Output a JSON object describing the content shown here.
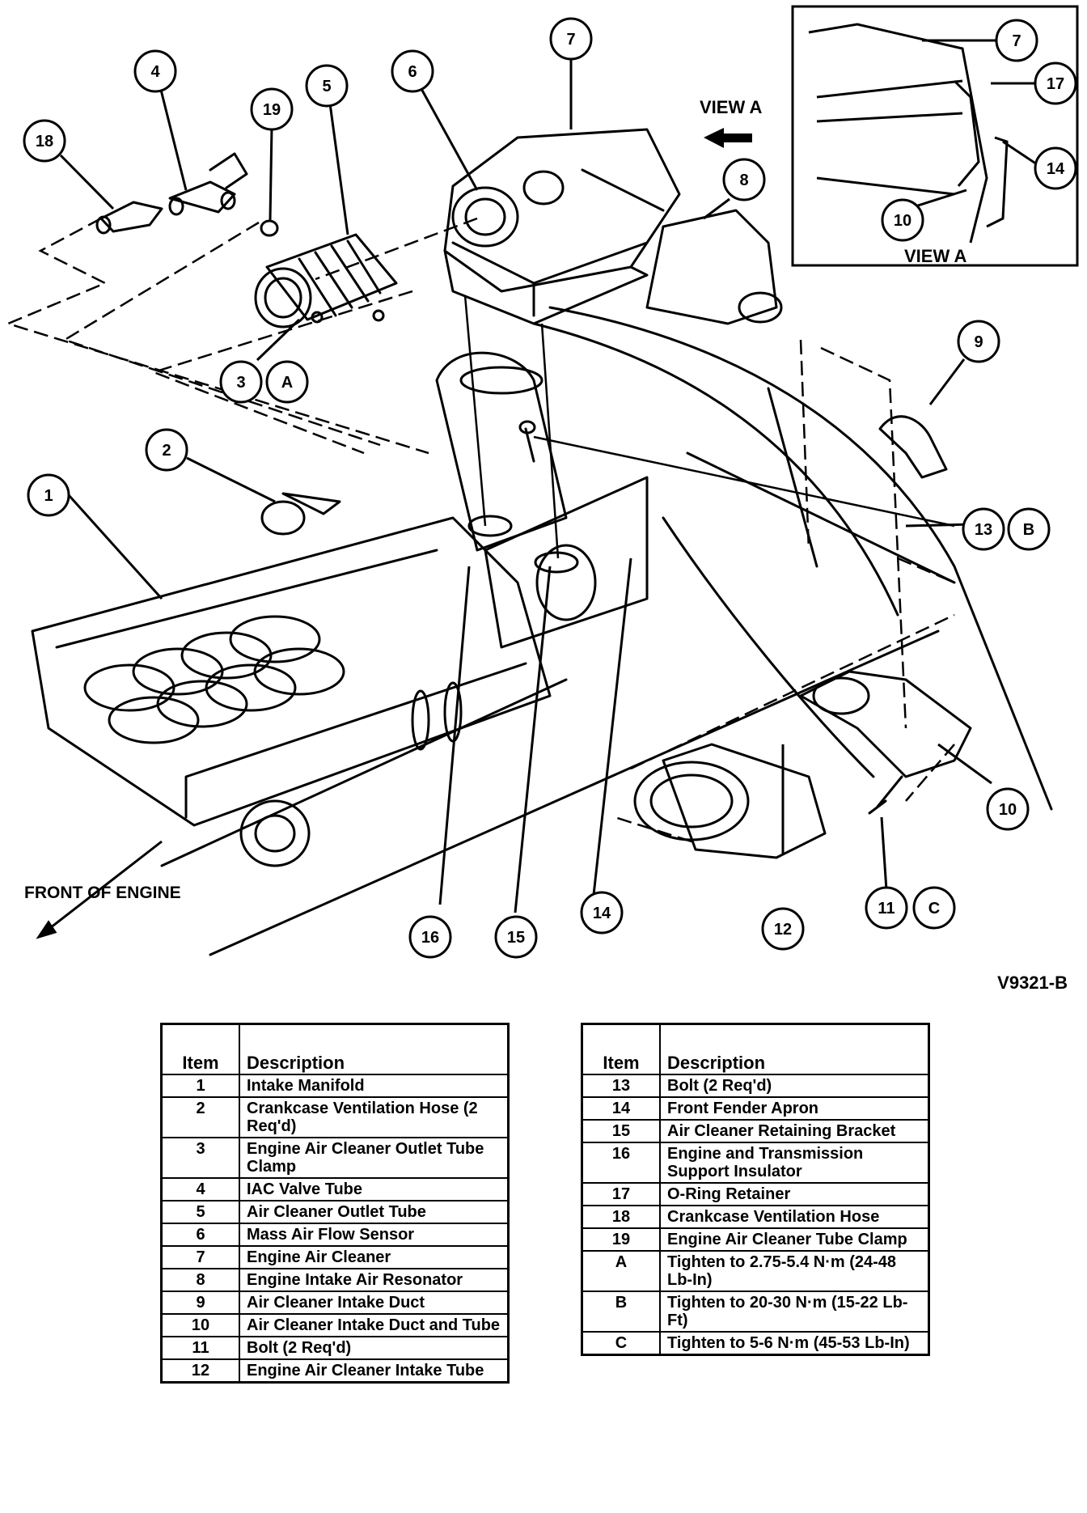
{
  "figure_id": "V9321-B",
  "labels": {
    "view_a": "VIEW A",
    "inset_caption": "VIEW A",
    "front_of_engine": "FRONT OF ENGINE"
  },
  "callouts": [
    "1",
    "2",
    "3",
    "A",
    "4",
    "5",
    "6",
    "7",
    "8",
    "9",
    "10",
    "11",
    "C",
    "12",
    "13",
    "B",
    "14",
    "15",
    "16",
    "18",
    "19"
  ],
  "inset_callouts": [
    "7",
    "17",
    "14",
    "10"
  ],
  "table_headers": {
    "item": "Item",
    "description": "Description"
  },
  "parts_left": [
    {
      "item": "1",
      "description": "Intake Manifold"
    },
    {
      "item": "2",
      "description": "Crankcase Ventilation Hose (2 Req'd)"
    },
    {
      "item": "3",
      "description": "Engine Air Cleaner Outlet Tube Clamp"
    },
    {
      "item": "4",
      "description": "IAC Valve Tube"
    },
    {
      "item": "5",
      "description": "Air Cleaner Outlet Tube"
    },
    {
      "item": "6",
      "description": "Mass Air Flow Sensor"
    },
    {
      "item": "7",
      "description": "Engine Air Cleaner"
    },
    {
      "item": "8",
      "description": "Engine Intake Air Resonator"
    },
    {
      "item": "9",
      "description": "Air Cleaner Intake Duct"
    },
    {
      "item": "10",
      "description": "Air Cleaner Intake Duct and Tube"
    },
    {
      "item": "11",
      "description": "Bolt (2 Req'd)"
    },
    {
      "item": "12",
      "description": "Engine Air Cleaner Intake Tube"
    }
  ],
  "parts_right": [
    {
      "item": "13",
      "description": "Bolt (2 Req'd)"
    },
    {
      "item": "14",
      "description": "Front Fender Apron"
    },
    {
      "item": "15",
      "description": "Air Cleaner Retaining Bracket"
    },
    {
      "item": "16",
      "description": "Engine and Transmission Support Insulator"
    },
    {
      "item": "17",
      "description": "O-Ring Retainer"
    },
    {
      "item": "18",
      "description": "Crankcase Ventilation Hose"
    },
    {
      "item": "19",
      "description": "Engine Air Cleaner Tube Clamp"
    },
    {
      "item": "A",
      "description": "Tighten to 2.75-5.4 N·m (24-48 Lb-In)"
    },
    {
      "item": "B",
      "description": "Tighten to 20-30 N·m (15-22 Lb-Ft)"
    },
    {
      "item": "C",
      "description": "Tighten to 5-6 N·m (45-53 Lb-In)"
    }
  ]
}
